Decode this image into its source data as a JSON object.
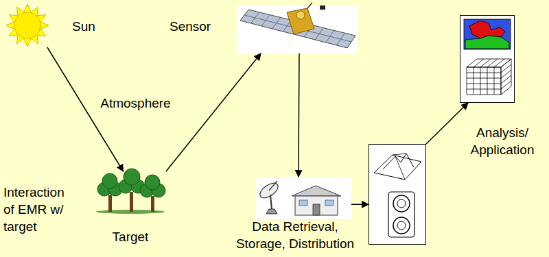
{
  "diagram": {
    "nodes": [
      {
        "text": [
          "Sun"
        ]
      },
      {
        "text": [
          "Sensor"
        ]
      },
      {
        "text": [
          "Analysis/ Application"
        ]
      },
      {
        "text": [
          "Target"
        ]
      },
      {
        "text": [
          "Data Retrieval, Storage, Distribution"
        ]
      },
      {
        "text": []
      }
    ],
    "edges": [
      {
        "from": 0,
        "to": 3,
        "arrow": "to",
        "label": "Atmosphere"
      },
      {
        "from": 3,
        "to": 1,
        "arrow": "to"
      },
      {
        "from": 1,
        "to": 4,
        "arrow": "to"
      },
      {
        "from": 4,
        "to": 5,
        "arrow": "to"
      },
      {
        "from": 5,
        "to": 2,
        "arrow": "to"
      }
    ],
    "labels": [
      "Interaction of EMR w/ target"
    ]
  }
}
